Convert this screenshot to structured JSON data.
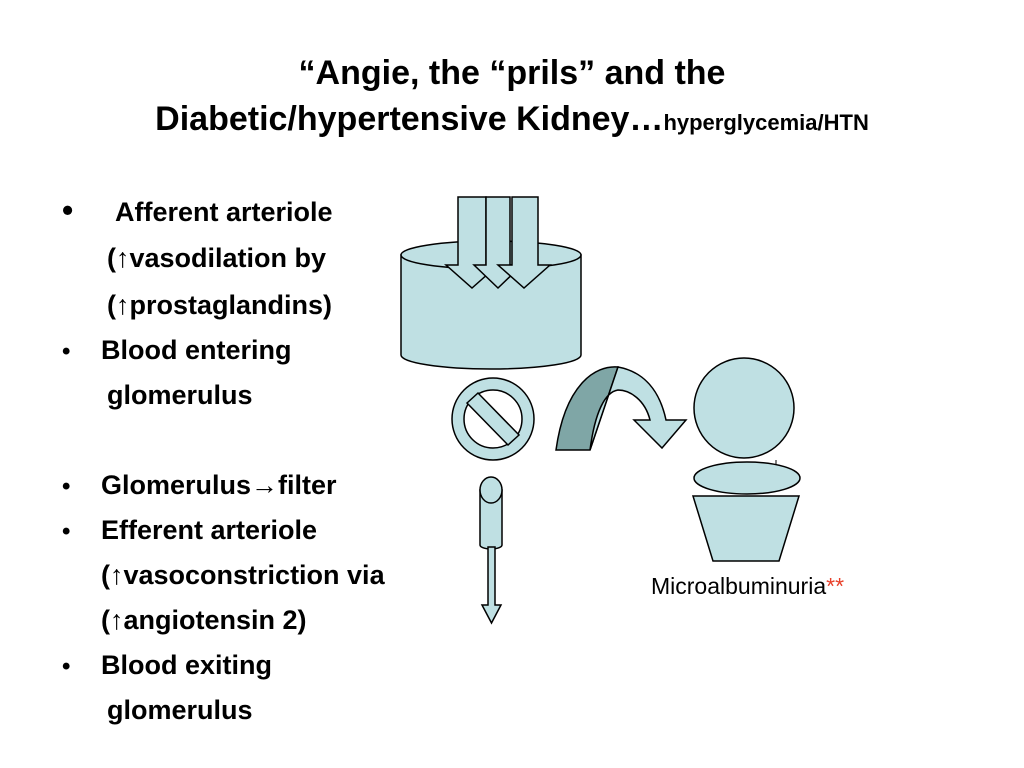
{
  "title": {
    "line1": "“Angie, the “prils” and the",
    "line2_main": "Diabetic/hypertensive Kidney…",
    "line2_small": "hyperglycemia/HTN"
  },
  "bullets": {
    "symbol": "•",
    "afferent": {
      "head": "Afferent arteriole",
      "l2": "(↑vasodilation by",
      "l3": "(↑prostaglandins)"
    },
    "blood_entering": {
      "l1": "Blood entering",
      "l2": "glomerulus"
    },
    "filter": "Glomerulus→filter",
    "efferent": {
      "head": "Efferent arteriole",
      "l2": "(↑vasoconstriction via",
      "l3": "(↑angiotensin 2)"
    },
    "blood_exiting": {
      "l1": "Blood exiting",
      "l2": "glomerulus"
    }
  },
  "caption": {
    "text": "Microalbuminuria",
    "stars": "**"
  },
  "colors": {
    "shape_fill": "#bfe0e3",
    "curved_arrow_dark": "#7fa6a6",
    "stars": "#e8402a"
  }
}
